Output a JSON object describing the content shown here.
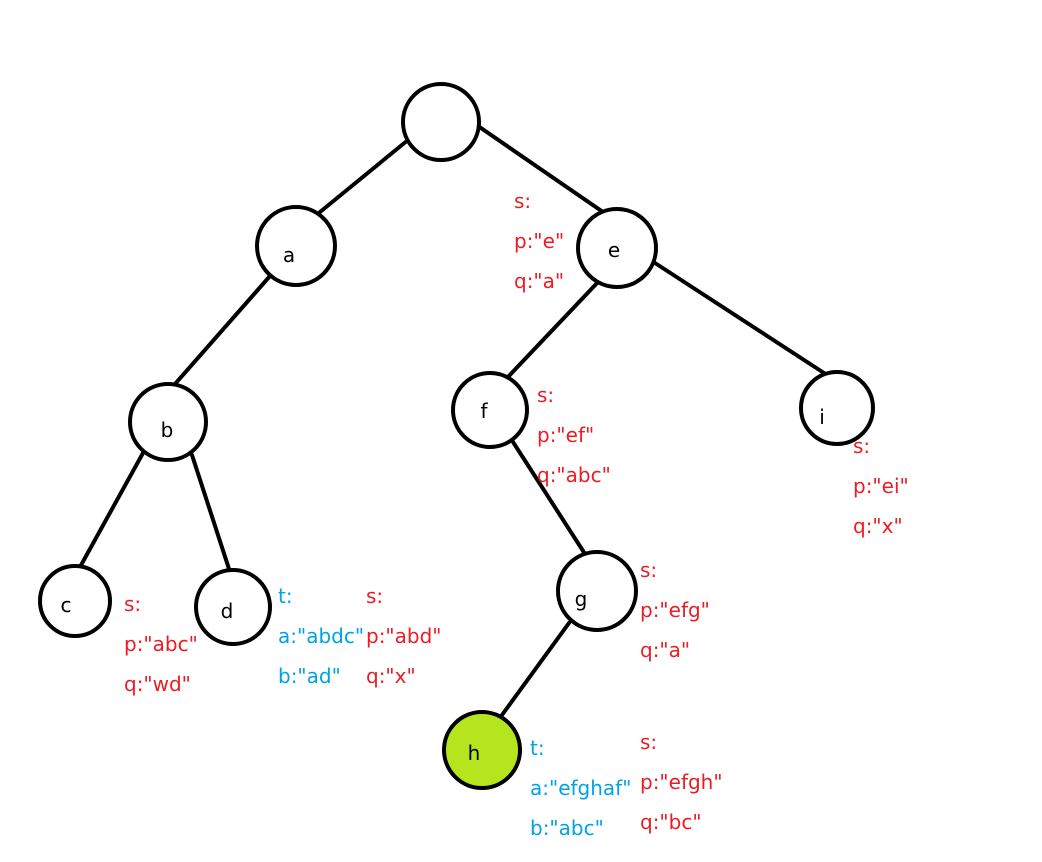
{
  "colors": {
    "edge": "#000000",
    "node_fill": "#ffffff",
    "node_stroke": "#000000",
    "highlight_fill": "#b5e61d",
    "s_annotation": "#ed1c24",
    "t_annotation": "#00a2e8"
  },
  "tree": {
    "nodes": {
      "root": {
        "label": ""
      },
      "a": {
        "label": "a"
      },
      "b": {
        "label": "b"
      },
      "c": {
        "label": "c"
      },
      "d": {
        "label": "d"
      },
      "e": {
        "label": "e"
      },
      "f": {
        "label": "f"
      },
      "g": {
        "label": "g"
      },
      "h": {
        "label": "h",
        "highlighted": true
      },
      "i": {
        "label": "i"
      }
    },
    "edges": [
      [
        "root",
        "a"
      ],
      [
        "root",
        "e"
      ],
      [
        "a",
        "b"
      ],
      [
        "b",
        "c"
      ],
      [
        "b",
        "d"
      ],
      [
        "e",
        "f"
      ],
      [
        "e",
        "i"
      ],
      [
        "f",
        "g"
      ],
      [
        "g",
        "h"
      ]
    ]
  },
  "annotations": {
    "e_s": {
      "lines": [
        "s:",
        "p:\"e\"",
        "q:\"a\""
      ]
    },
    "f_s": {
      "lines": [
        "s:",
        "p:\"ef\"",
        "q:\"abc\""
      ]
    },
    "i_s": {
      "lines": [
        "s:",
        "p:\"ei\"",
        "q:\"x\""
      ]
    },
    "c_s": {
      "lines": [
        "s:",
        "p:\"abc\"",
        "q:\"wd\""
      ]
    },
    "d_t": {
      "lines": [
        "t:",
        "a:\"abdc\"",
        "b:\"ad\""
      ]
    },
    "d_s": {
      "lines": [
        "s:",
        "p:\"abd\"",
        "q:\"x\""
      ]
    },
    "g_s": {
      "lines": [
        "s:",
        "p:\"efg\"",
        "q:\"a\""
      ]
    },
    "h_t": {
      "lines": [
        "t:",
        "a:\"efghaf\"",
        "b:\"abc\""
      ]
    },
    "h_s": {
      "lines": [
        "s:",
        "p:\"efgh\"",
        "q:\"bc\""
      ]
    }
  }
}
